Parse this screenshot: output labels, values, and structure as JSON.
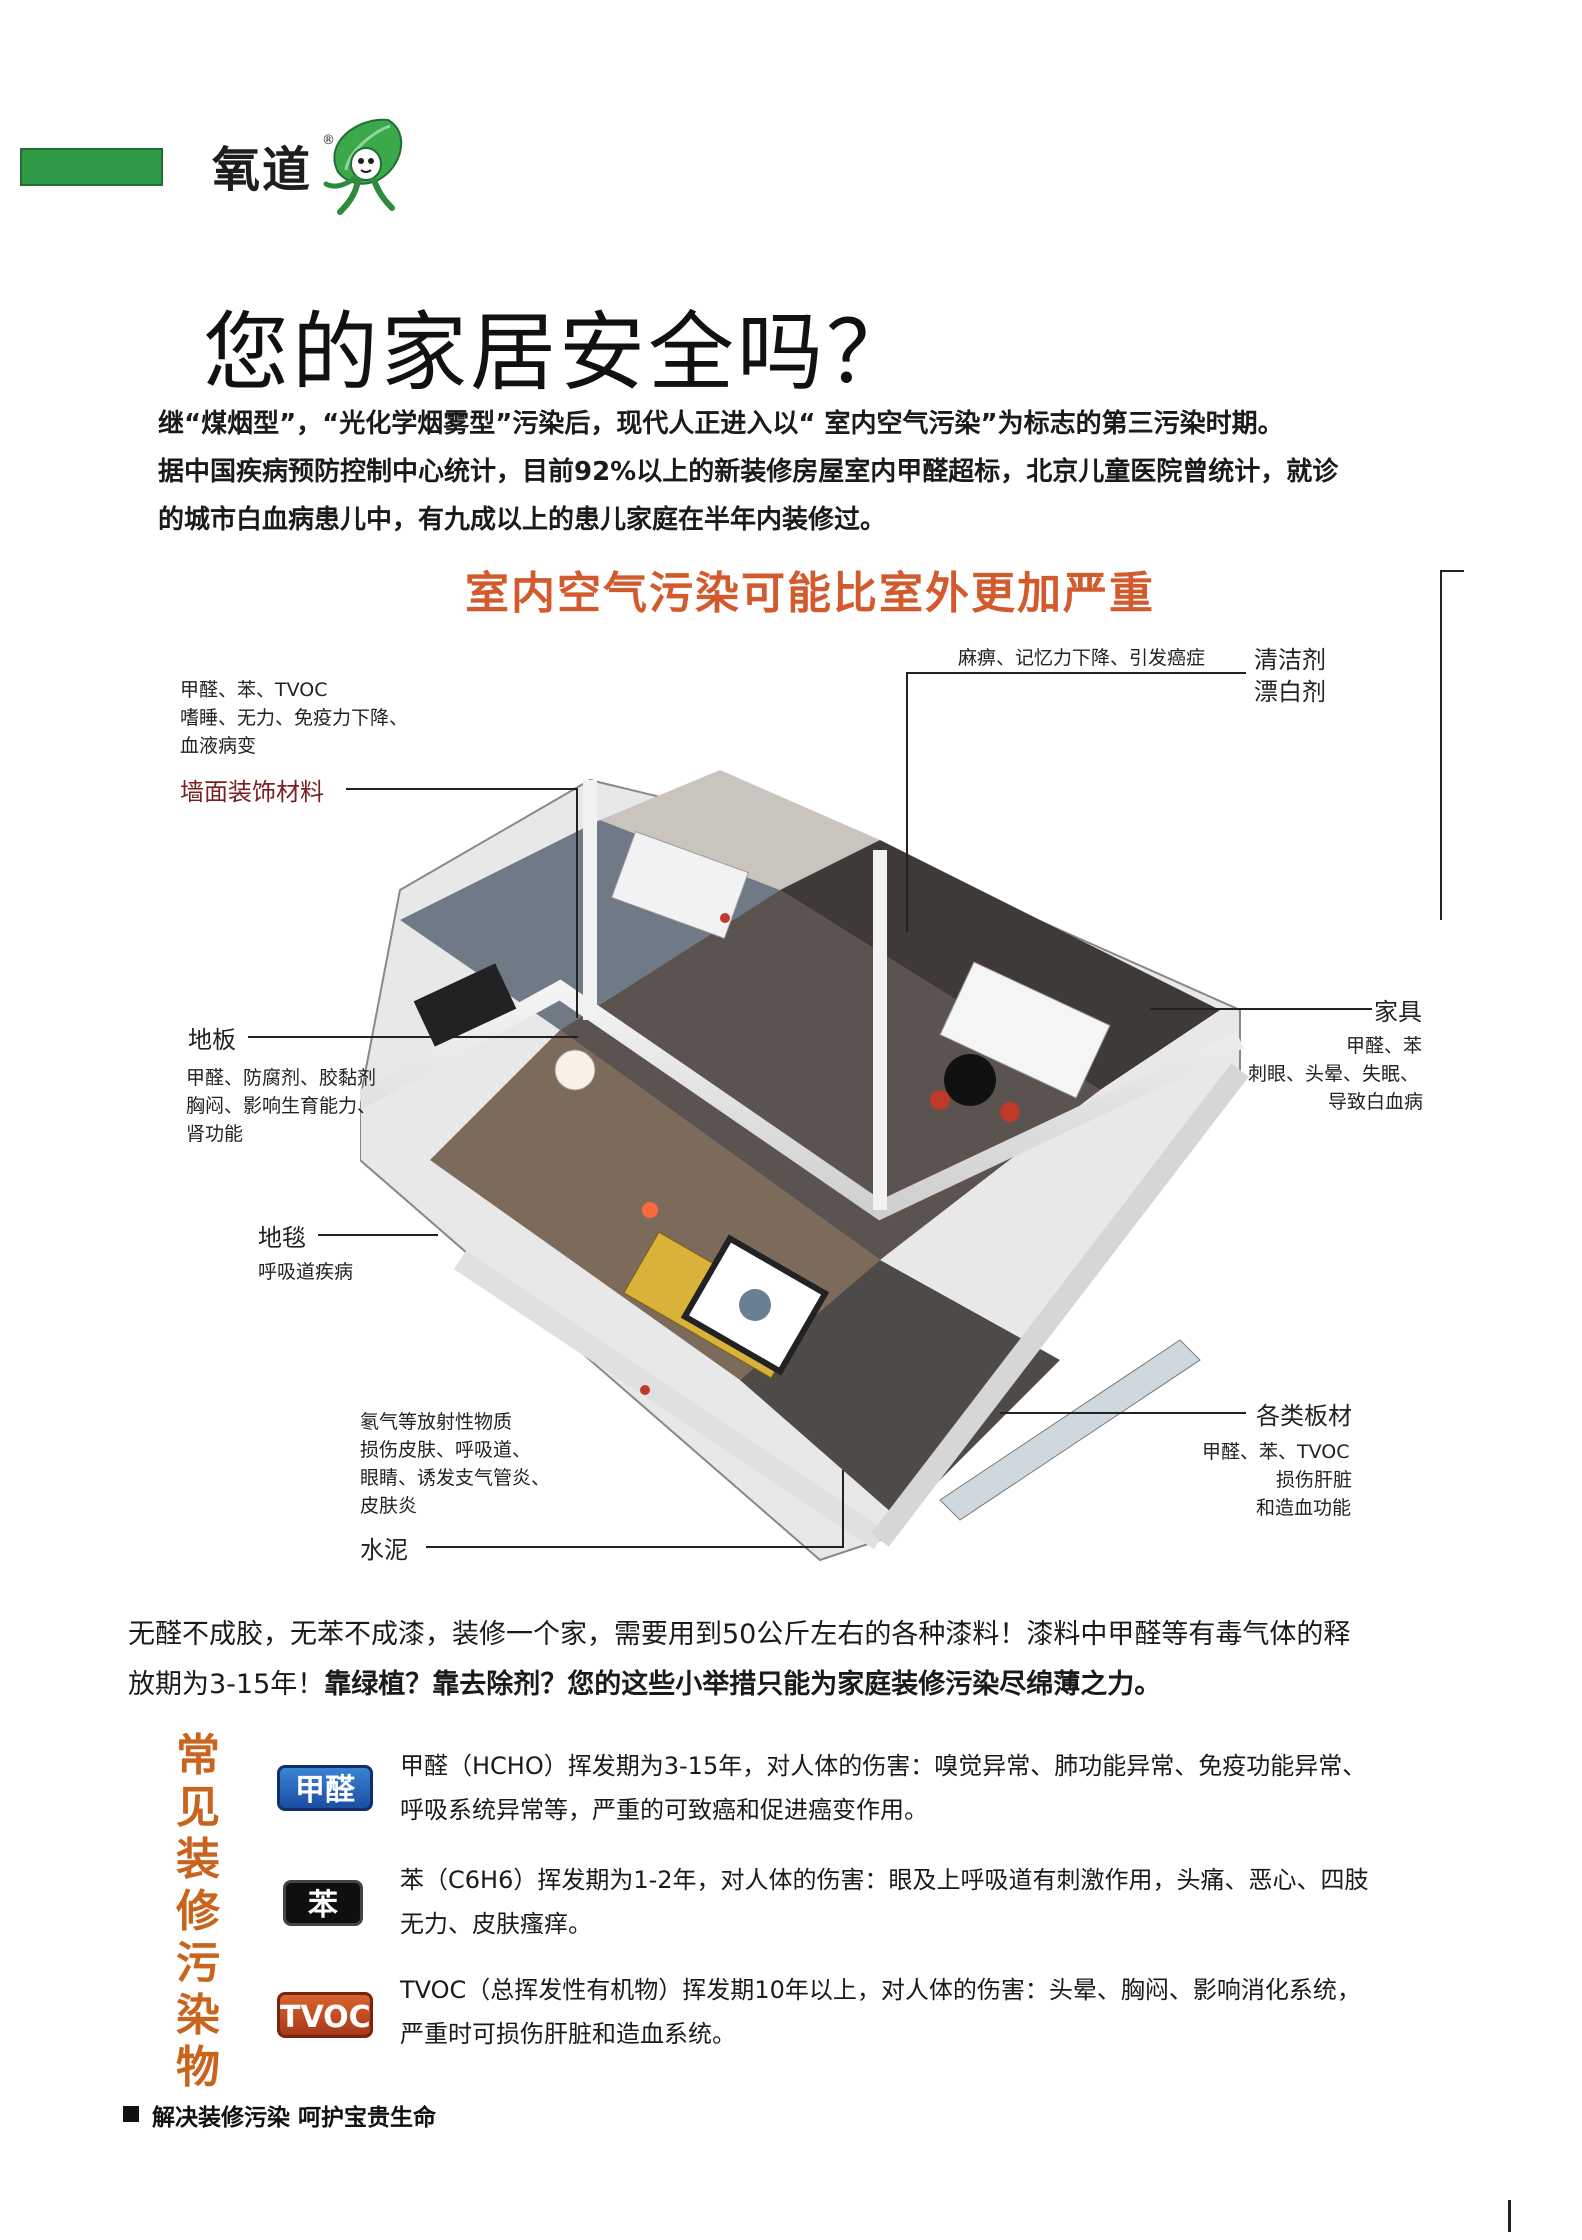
{
  "header": {
    "brand_name": "氧道",
    "brand_reg": "®"
  },
  "title": "您的家居安全吗？",
  "intro": [
    "继“煤烟型”，“光化学烟雾型”污染后，现代人正进入以“ 室内空气污染”为标志的第三污染时期。",
    "据中国疾病预防控制中心统计，目前92%以上的新装修房屋室内甲醛超标，北京儿童医院曾统计，就诊",
    "的城市白血病患儿中，有九成以上的患儿家庭在半年内装修过。"
  ],
  "diagram": {
    "title": "室内空气污染可能比室外更加严重",
    "labels": {
      "wall": {
        "effects": [
          "甲醛、苯、TVOC",
          "嗜睡、无力、免疫力下降、",
          "血液病变"
        ],
        "category": "墙面装饰材料"
      },
      "cleaner": {
        "effects": "麻痹、记忆力下降、引发癌症",
        "category": [
          "清洁剂",
          "漂白剂"
        ]
      },
      "floor": {
        "category": "地板",
        "effects": [
          "甲醛、防腐剂、胶黏剂",
          "胸闷、影响生育能力、",
          "肾功能"
        ]
      },
      "furniture": {
        "category": "家具",
        "effects": [
          "甲醛、苯",
          "刺眼、头晕、失眠、",
          "导致白血病"
        ]
      },
      "carpet": {
        "category": "地毯",
        "effects": "呼吸道疾病"
      },
      "boards": {
        "category": "各类板材",
        "effects": [
          "甲醛、苯、TVOC",
          "损伤肝脏",
          "和造血功能"
        ]
      },
      "cement": {
        "effects": [
          "氡气等放射性物质",
          "损伤皮肤、呼吸道、",
          "眼睛、诱发支气管炎、",
          "皮肤炎"
        ],
        "category": "水泥"
      }
    }
  },
  "paragraph": {
    "line1": "无醛不成胶，无苯不成漆，装修一个家，需要用到50公斤左右的各种漆料！漆料中甲醛等有毒气体的释",
    "line2_plain": "放期为3-15年！",
    "line2_bold": "靠绿植？靠去除剂？您的这些小举措只能为家庭装修污染尽绵薄之力。"
  },
  "pollutants": {
    "section_title": "常见装修污染物",
    "items": [
      {
        "badge": "甲醛",
        "lines": [
          "甲醛（HCHO）挥发期为3-15年，对人体的伤害：嗅觉异常、肺功能异常、免疫功能异常、",
          "呼吸系统异常等，严重的可致癌和促进癌变作用。"
        ]
      },
      {
        "badge": "苯",
        "lines": [
          "苯（C6H6）挥发期为1-2年，对人体的伤害：眼及上呼吸道有刺激作用，头痛、恶心、四肢",
          "无力、皮肤瘙痒。"
        ]
      },
      {
        "badge": "TVOC",
        "lines": [
          "TVOC（总挥发性有机物）挥发期10年以上，对人体的伤害：头晕、胸闷、影响消化系统，",
          "严重时可损伤肝脏和造血系统。"
        ]
      }
    ]
  },
  "footer": "解决装修污染 呵护宝贵生命",
  "colors": {
    "brand_green": "#2e9a47",
    "title_orange": "#d25a2c",
    "hcho_blue": "#1a4ea3",
    "tvoc_orange": "#a7391a"
  }
}
